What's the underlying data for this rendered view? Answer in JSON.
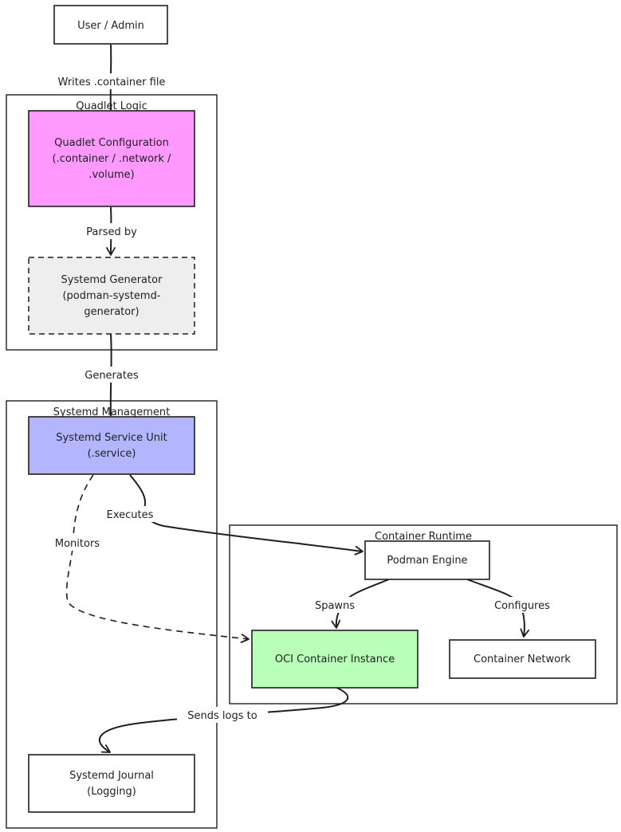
{
  "groups": {
    "quadlet_logic": "Quadlet Logic",
    "systemd_management": "Systemd Management",
    "container_runtime": "Container Runtime"
  },
  "nodes": {
    "user_admin": "User / Admin",
    "quadlet_config": [
      "Quadlet Configuration",
      "(.container / .network /",
      ".volume)"
    ],
    "systemd_generator": [
      "Systemd Generator",
      "(podman-systemd-",
      "generator)"
    ],
    "service_unit": [
      "Systemd Service Unit",
      "(.service)"
    ],
    "journal": [
      "Systemd Journal",
      "(Logging)"
    ],
    "podman_engine": "Podman Engine",
    "oci_container": "OCI Container Instance",
    "container_network": "Container Network"
  },
  "edges": {
    "writes": "Writes .container file",
    "parsed_by": "Parsed by",
    "generates": "Generates",
    "executes": "Executes",
    "monitors": "Monitors",
    "spawns": "Spawns",
    "configures": "Configures",
    "sends_logs": "Sends logs to"
  },
  "colors": {
    "stroke": "#1e1e1e",
    "quadlet_config_fill": "#ff99ff",
    "systemd_generator_fill": "#eeeeee",
    "service_unit_fill": "#b3b6ff",
    "oci_container_fill": "#b9ffb9",
    "default_fill": "#ffffff"
  }
}
